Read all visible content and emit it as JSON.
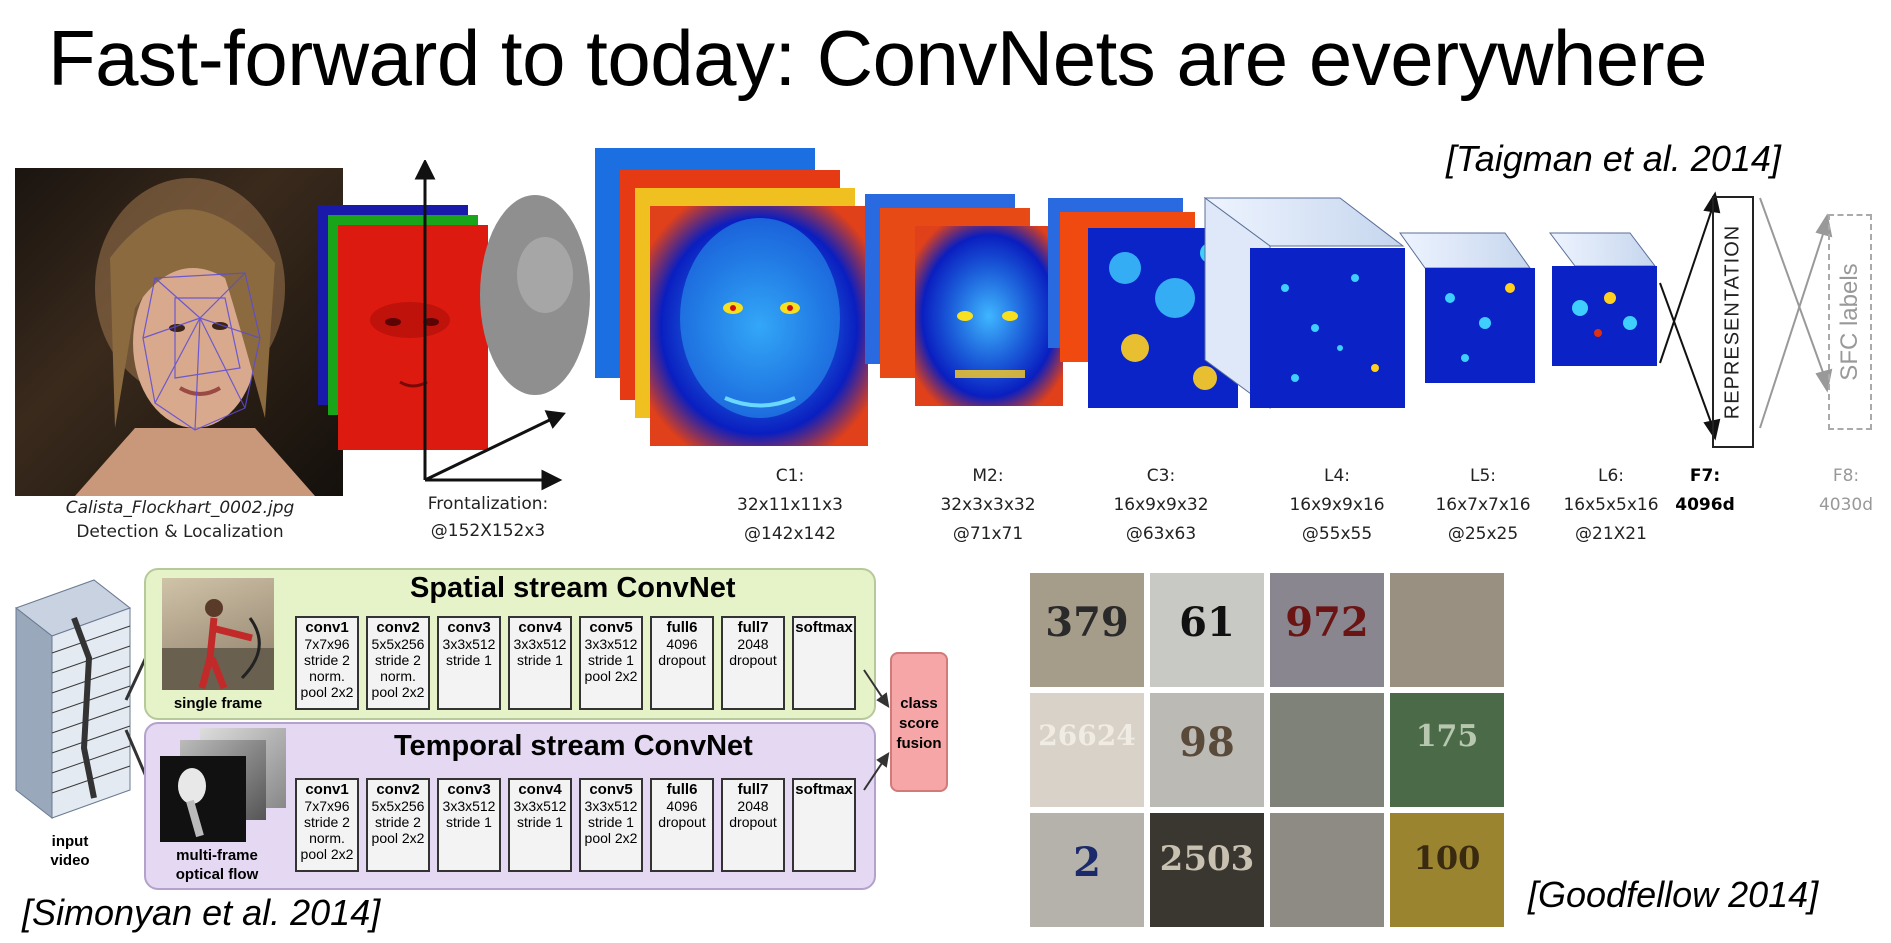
{
  "slide": {
    "title": "Fast-forward to today: ConvNets are everywhere"
  },
  "face_net": {
    "citation": "[Taigman et al. 2014]",
    "input_caption": "Calista_Flockhart_0002.jpg",
    "input_subcaption": "Detection & Localization",
    "frontalization_label": "Frontalization:",
    "frontalization_size": "@152X152x3",
    "representation_label": "REPRESENTATION",
    "sfc_label": "SFC labels",
    "layers": [
      {
        "name": "C1:",
        "shape": "32x11x11x3",
        "map": "@142x142"
      },
      {
        "name": "M2:",
        "shape": "32x3x3x32",
        "map": "@71x71"
      },
      {
        "name": "C3:",
        "shape": "16x9x9x32",
        "map": "@63x63"
      },
      {
        "name": "L4:",
        "shape": "16x9x9x16",
        "map": "@55x55"
      },
      {
        "name": "L5:",
        "shape": "16x7x7x16",
        "map": "@25x25"
      },
      {
        "name": "L6:",
        "shape": "16x5x5x16",
        "map": "@21X21"
      },
      {
        "name": "F7:",
        "shape": "4096d"
      },
      {
        "name": "F8:",
        "shape": "4030d"
      }
    ]
  },
  "two_stream": {
    "citation": "[Simonyan et al. 2014]",
    "input_label_1": "input",
    "input_label_2": "video",
    "spatial_title": "Spatial stream ConvNet",
    "temporal_title": "Temporal stream ConvNet",
    "spatial_input_label": "single frame",
    "temporal_input_label_1": "multi-frame",
    "temporal_input_label_2": "optical flow",
    "fusion_label_1": "class",
    "fusion_label_2": "score",
    "fusion_label_3": "fusion",
    "layers": [
      {
        "name": "conv1",
        "l1": "7x7x96",
        "l2": "stride 2",
        "l3": "norm.",
        "l4": "pool 2x2"
      },
      {
        "name": "conv2",
        "l1": "5x5x256",
        "l2": "stride 2",
        "l3": "norm.",
        "l4": "pool 2x2"
      },
      {
        "name": "conv3",
        "l1": "3x3x512",
        "l2": "stride 1",
        "l3": "",
        "l4": ""
      },
      {
        "name": "conv4",
        "l1": "3x3x512",
        "l2": "stride 1",
        "l3": "",
        "l4": ""
      },
      {
        "name": "conv5",
        "l1": "3x3x512",
        "l2": "stride 1",
        "l3": "pool 2x2",
        "l4": ""
      },
      {
        "name": "full6",
        "l1": "4096",
        "l2": "dropout",
        "l3": "",
        "l4": ""
      },
      {
        "name": "full7",
        "l1": "2048",
        "l2": "dropout",
        "l3": "",
        "l4": ""
      },
      {
        "name": "softmax",
        "l1": "",
        "l2": "",
        "l3": "",
        "l4": ""
      }
    ],
    "temporal_layers": [
      {
        "name": "conv1",
        "l1": "7x7x96",
        "l2": "stride 2",
        "l3": "norm.",
        "l4": "pool 2x2"
      },
      {
        "name": "conv2",
        "l1": "5x5x256",
        "l2": "stride 2",
        "l3": "pool 2x2",
        "l4": ""
      },
      {
        "name": "conv3",
        "l1": "3x3x512",
        "l2": "stride 1",
        "l3": "",
        "l4": ""
      },
      {
        "name": "conv4",
        "l1": "3x3x512",
        "l2": "stride 1",
        "l3": "",
        "l4": ""
      },
      {
        "name": "conv5",
        "l1": "3x3x512",
        "l2": "stride 1",
        "l3": "pool 2x2",
        "l4": ""
      },
      {
        "name": "full6",
        "l1": "4096",
        "l2": "dropout",
        "l3": "",
        "l4": ""
      },
      {
        "name": "full7",
        "l1": "2048",
        "l2": "dropout",
        "l3": "",
        "l4": ""
      },
      {
        "name": "softmax",
        "l1": "",
        "l2": "",
        "l3": "",
        "l4": ""
      }
    ]
  },
  "house_numbers": {
    "citation": "[Goodfellow 2014]",
    "tiles": [
      "379",
      "61",
      "972",
      "",
      "26624",
      "98",
      "",
      "175",
      "2",
      "2503",
      "",
      "100"
    ]
  }
}
